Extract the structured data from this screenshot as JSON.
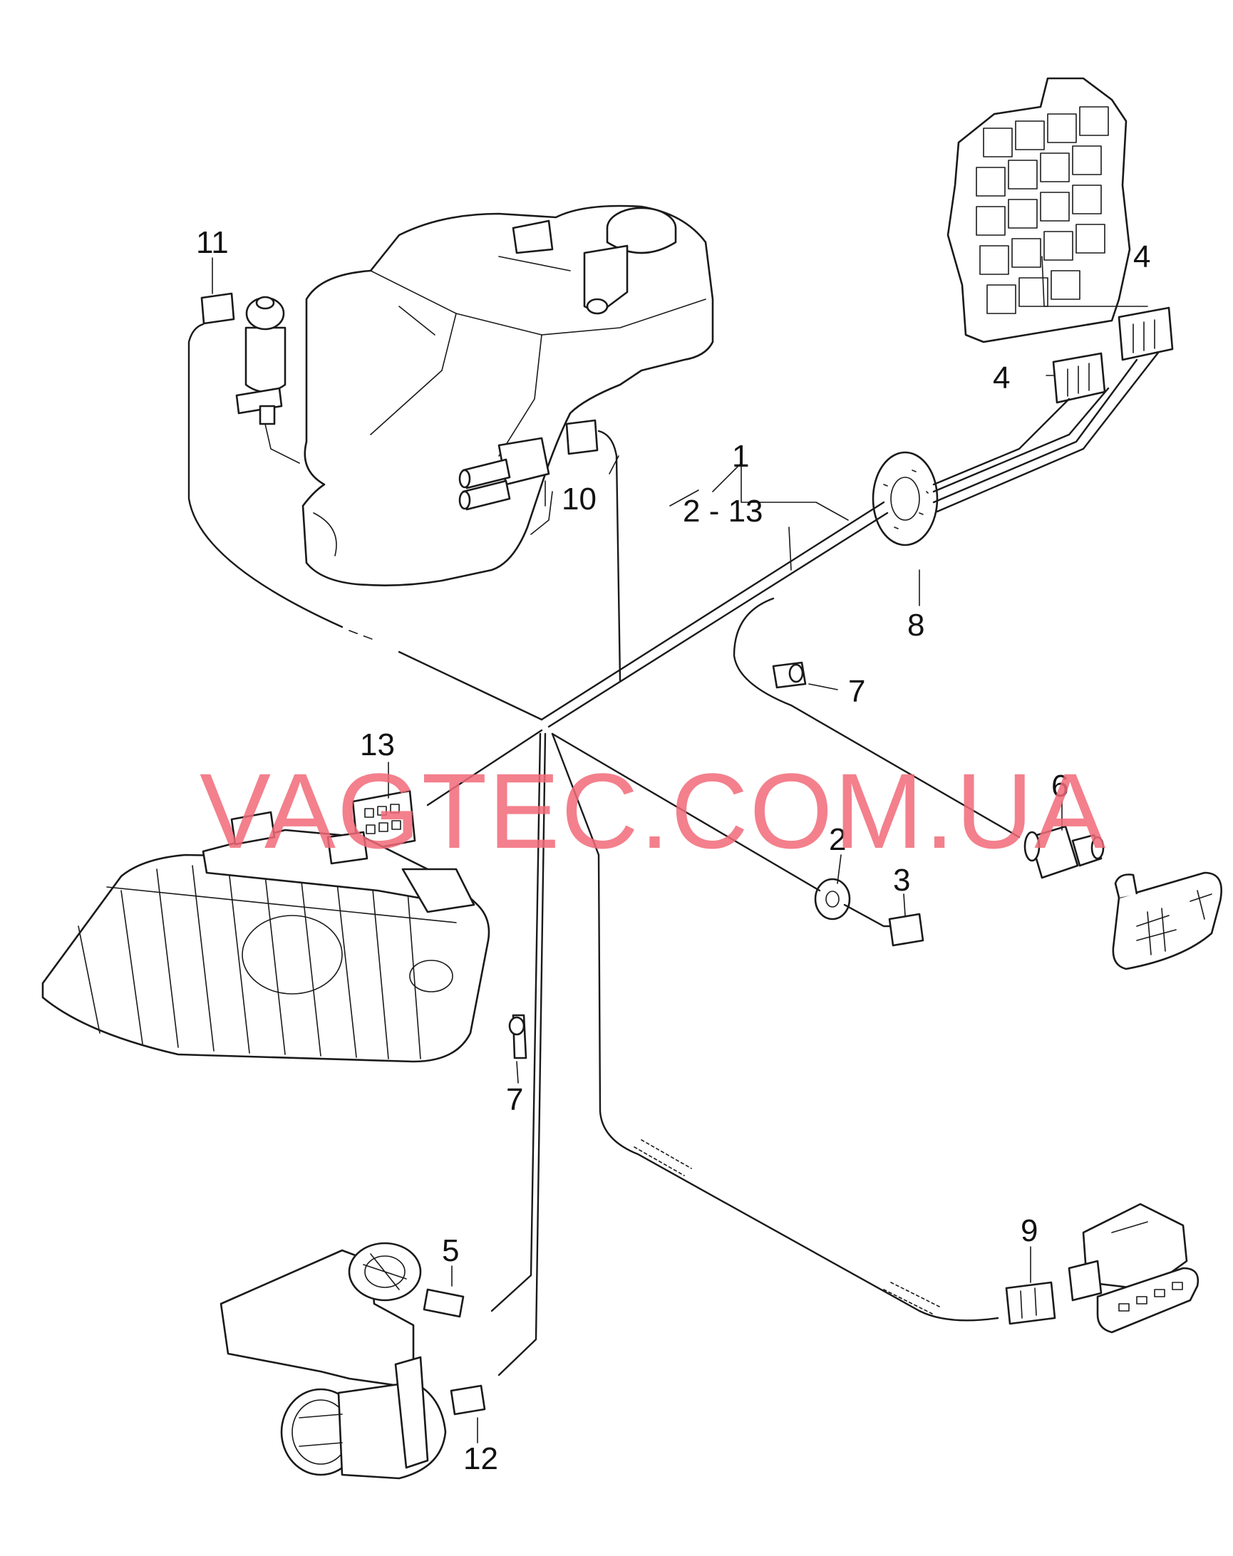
{
  "watermark": "VAGTEC.COM.UA",
  "callouts": {
    "c1": "1",
    "c1_range": "2 - 13",
    "c2": "2",
    "c3": "3",
    "c4a": "4",
    "c4b": "4",
    "c5": "5",
    "c6": "6",
    "c7a": "7",
    "c7b": "7",
    "c8": "8",
    "c9": "9",
    "c10": "10",
    "c11": "11",
    "c12": "12",
    "c13": "13"
  }
}
